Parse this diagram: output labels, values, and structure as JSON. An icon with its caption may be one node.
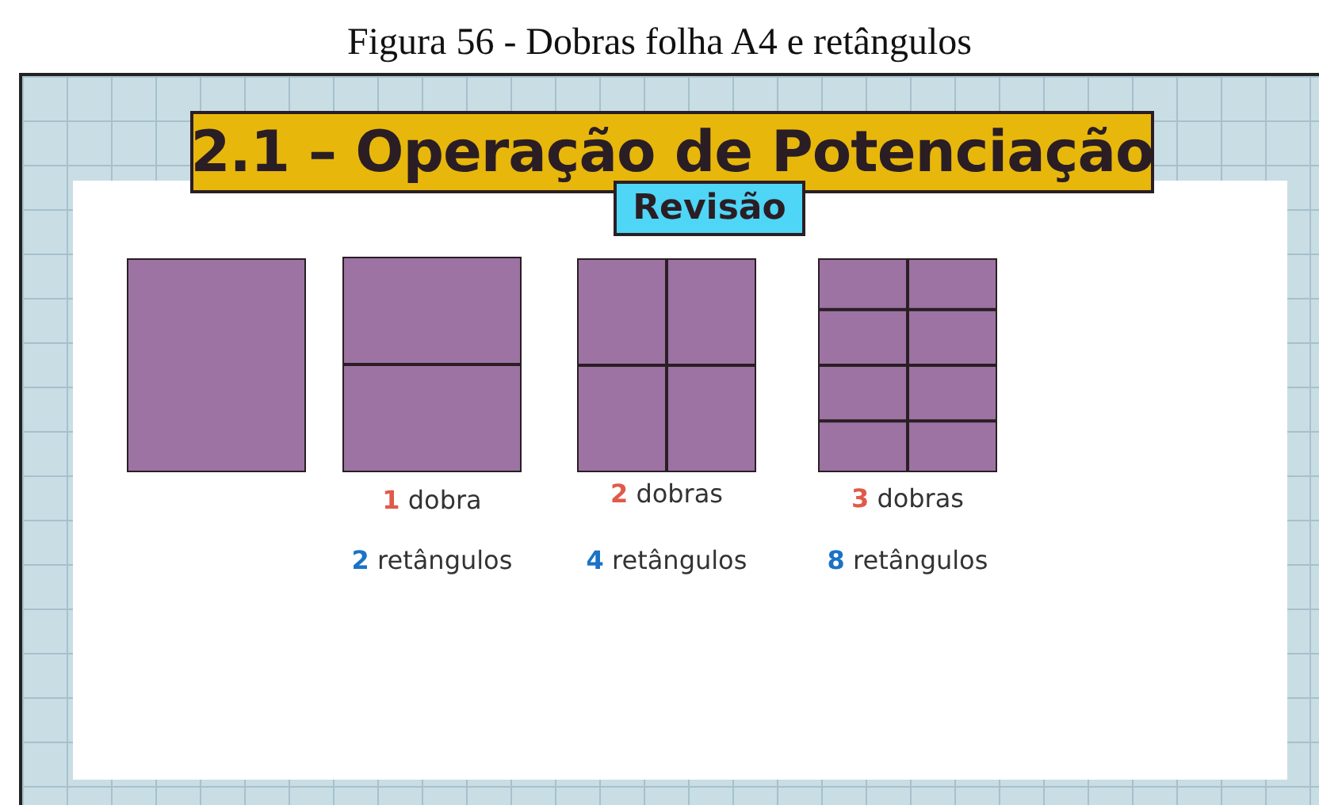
{
  "diagram": {
    "title": "Figura 56 - Dobras folha A4 e retângulos",
    "nodes": [
      {
        "text": [
          "2.1 – Operação de Potenciação"
        ]
      },
      {
        "text": [
          "Revisão"
        ]
      },
      {
        "text": [],
        "shape": "box"
      },
      {
        "text": [],
        "shape": "box",
        "beside": [
          "1 dobra",
          "2 retângulos"
        ]
      },
      {
        "text": [],
        "shape": "box",
        "beside": [
          "2 dobras",
          "4 retângulos"
        ]
      },
      {
        "text": [],
        "shape": "box",
        "beside": [
          "3 dobras",
          "8 retângulos"
        ]
      }
    ],
    "edges": []
  }
}
